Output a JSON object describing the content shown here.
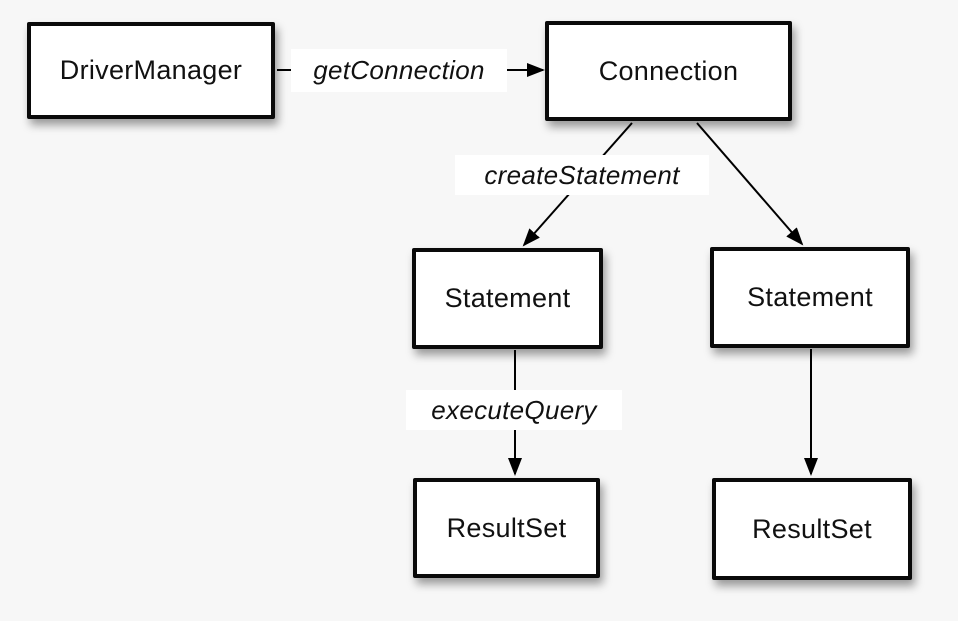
{
  "diagram": {
    "nodes": [
      {
        "id": "drivermanager",
        "label": "DriverManager"
      },
      {
        "id": "connection",
        "label": "Connection"
      },
      {
        "id": "statement-left",
        "label": "Statement"
      },
      {
        "id": "statement-right",
        "label": "Statement"
      },
      {
        "id": "resultset-left",
        "label": "ResultSet"
      },
      {
        "id": "resultset-right",
        "label": "ResultSet"
      }
    ],
    "edges": [
      {
        "from": "drivermanager",
        "to": "connection",
        "label": "getConnection"
      },
      {
        "from": "connection",
        "to": "statement-left",
        "label": "createStatement"
      },
      {
        "from": "connection",
        "to": "statement-right",
        "label": ""
      },
      {
        "from": "statement-left",
        "to": "resultset-left",
        "label": "executeQuery"
      },
      {
        "from": "statement-right",
        "to": "resultset-right",
        "label": ""
      }
    ],
    "colors": {
      "background": "#f7f7f7",
      "node_fill": "#ffffff",
      "node_border": "#0a0a0a",
      "line": "#000000",
      "text": "#111111"
    }
  }
}
